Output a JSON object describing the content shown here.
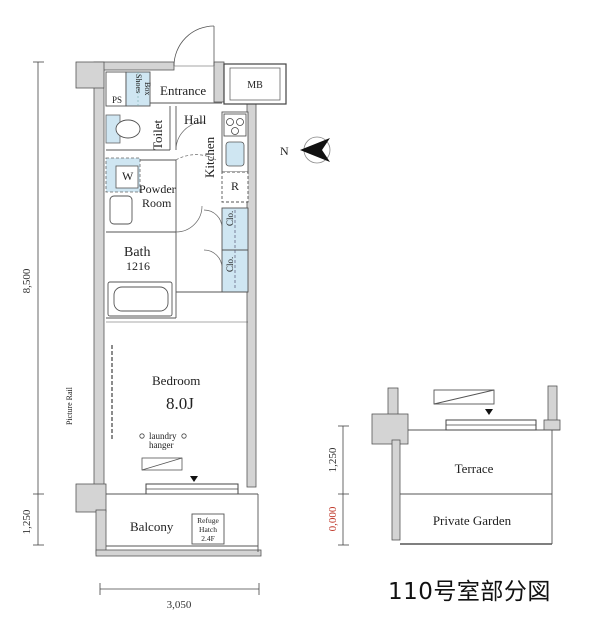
{
  "rooms": {
    "entrance": "Entrance",
    "hall": "Hall",
    "toilet": "Toilet",
    "kitchen": "Kitchen",
    "powder_room_1": "Powder",
    "powder_room_2": "Room",
    "bath": "Bath",
    "bath_size": "1216",
    "bedroom": "Bedroom",
    "bedroom_size": "8.0J",
    "balcony": "Balcony",
    "terrace": "Terrace",
    "private_garden": "Private Garden",
    "mb": "MB",
    "ps": "PS",
    "shoes_box_1": "Shoes",
    "shoes_box_2": "Box",
    "washer": "W",
    "refrigerator": "R",
    "clo_1": "Clo.",
    "clo_2": "Clo.",
    "picture_rail": "Picture Rail",
    "laundry_1": "laundry",
    "laundry_2": "hanger",
    "refuge_1": "Refuge",
    "refuge_2": "Hatch",
    "refuge_3": "2.4F"
  },
  "dimensions": {
    "height_main": "8,500",
    "height_balcony": "1,250",
    "width_main": "3,050",
    "terrace_depth": "1,250",
    "garden_depth": "0,000"
  },
  "compass": {
    "north": "N"
  },
  "caption": "110号室部分図",
  "colors": {
    "fixture_blue": "#cfe6f2",
    "wall": "#cfcfcf",
    "outline": "#333333"
  }
}
